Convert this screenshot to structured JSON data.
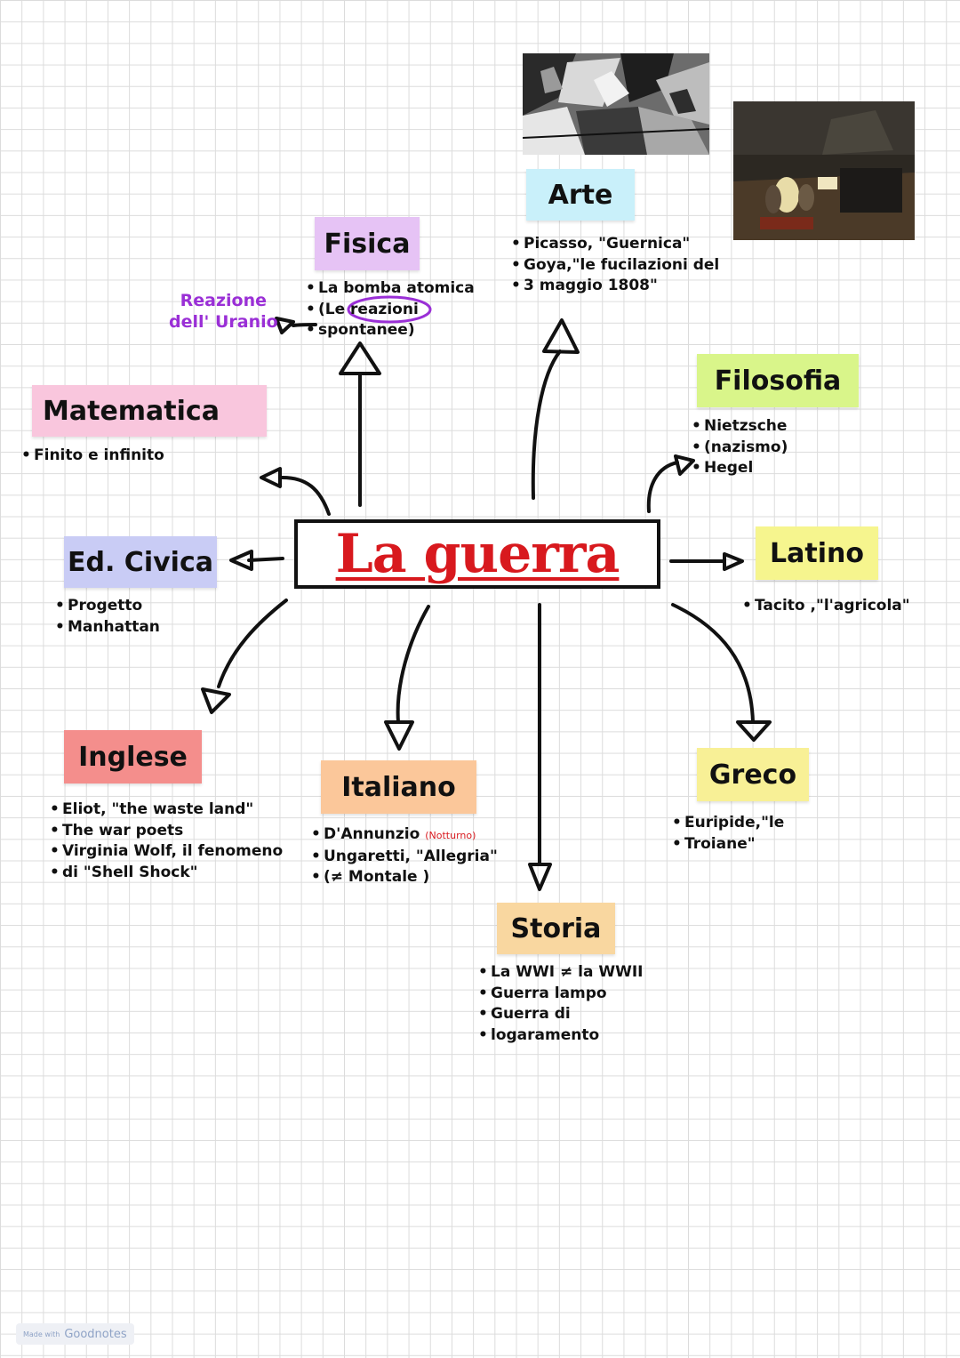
{
  "title": "La guerra",
  "subjects": {
    "arte": {
      "label": "Arte",
      "notes": [
        "Picasso, \"Guernica\"",
        "Goya,\"le fucilazioni del",
        "3 maggio 1808\""
      ]
    },
    "fisica": {
      "label": "Fisica",
      "notes": [
        "La bomba atomica",
        "(Le reazioni",
        "spontanee)"
      ]
    },
    "matematica": {
      "label": "Matematica",
      "notes": [
        "Finito e infinito"
      ]
    },
    "filosofia": {
      "label": "Filosofia",
      "notes": [
        "Nietzsche",
        "(nazismo)",
        "Hegel"
      ]
    },
    "ed_civica": {
      "label": "Ed. Civica",
      "notes": [
        "Progetto",
        "Manhattan"
      ]
    },
    "latino": {
      "label": "Latino",
      "notes": [
        "Tacito ,\"l'agricola\""
      ]
    },
    "inglese": {
      "label": "Inglese",
      "notes": [
        "Eliot, \"the waste land\"",
        "The war poets",
        "Virginia Wolf, il fenomeno",
        "di \"Shell Shock\""
      ]
    },
    "italiano": {
      "label": "Italiano",
      "notes": [
        "D'Annunzio",
        "Ungaretti, \"Allegria\"",
        "(≠ Montale )"
      ],
      "note_small": "(Notturno)"
    },
    "greco": {
      "label": "Greco",
      "notes": [
        "Euripide,\"le",
        "Troiane\""
      ]
    },
    "storia": {
      "label": "Storia",
      "notes": [
        "La WWI ≠ la WWII",
        "Guerra lampo",
        "Guerra di",
        "logaramento"
      ]
    }
  },
  "annotation": {
    "line1": "Reazione",
    "line2": "dell' Uranio"
  },
  "watermark": {
    "prefix": "Made with",
    "brand": "Goodnotes"
  },
  "colors": {
    "title": "#d8191e",
    "arte": "#c9f0fa",
    "fisica": "#e6c3f5",
    "matematica": "#f9c6dd",
    "filosofia": "#d9f58a",
    "ed_civica": "#c9ccf5",
    "latino": "#f6f58e",
    "inglese": "#f48e8c",
    "italiano": "#fbc79a",
    "greco": "#f8f096",
    "storia": "#f9d7a0",
    "annotation": "#9a2fd6"
  }
}
